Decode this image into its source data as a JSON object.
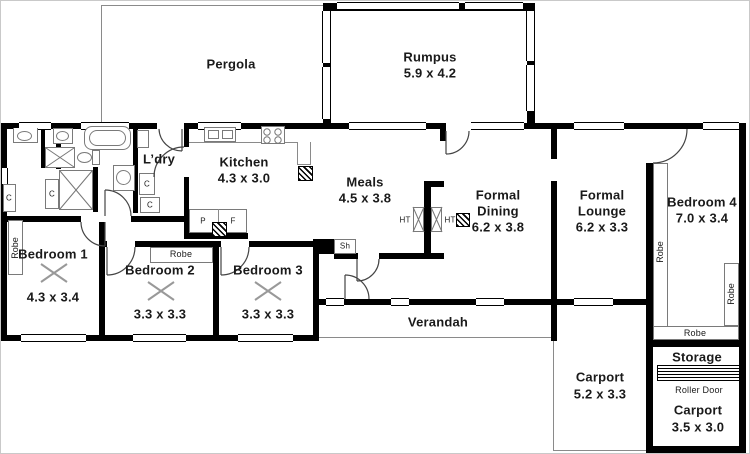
{
  "plan": {
    "rooms": {
      "pergola": {
        "name": "Pergola"
      },
      "rumpus": {
        "name": "Rumpus",
        "dims": "5.9 x 4.2"
      },
      "laundry": {
        "name": "L’dry"
      },
      "kitchen": {
        "name": "Kitchen",
        "dims": "4.3 x 3.0"
      },
      "meals": {
        "name": "Meals",
        "dims": "4.5 x 3.8"
      },
      "formal_dining": {
        "name_line1": "Formal",
        "name_line2": "Dining",
        "dims": "6.2 x 3.8"
      },
      "formal_lounge": {
        "name_line1": "Formal",
        "name_line2": "Lounge",
        "dims": "6.2 x 3.3"
      },
      "bedroom1": {
        "name": "Bedroom 1",
        "dims": "4.3 x 3.4"
      },
      "bedroom2": {
        "name": "Bedroom 2",
        "dims": "3.3 x 3.3"
      },
      "bedroom3": {
        "name": "Bedroom 3",
        "dims": "3.3 x 3.3"
      },
      "bedroom4": {
        "name": "Bedroom 4",
        "dims": "7.0 x 3.4"
      },
      "verandah": {
        "name": "Verandah"
      },
      "carport_left": {
        "name": "Carport",
        "dims": "5.2 x 3.3"
      },
      "carport_right": {
        "name": "Carport",
        "dims": "3.5 x 3.0"
      },
      "storage": {
        "name": "Storage"
      },
      "roller_door": {
        "name": "Roller Door"
      }
    },
    "markers": {
      "robe": "Robe",
      "cupboard": "C",
      "pantry": "P",
      "fridge": "F",
      "heater": "HT",
      "shower_recess": "Sh"
    },
    "colors": {
      "wall": "#000000",
      "fixture_line": "#777777",
      "text": "#1a1a1a"
    }
  }
}
